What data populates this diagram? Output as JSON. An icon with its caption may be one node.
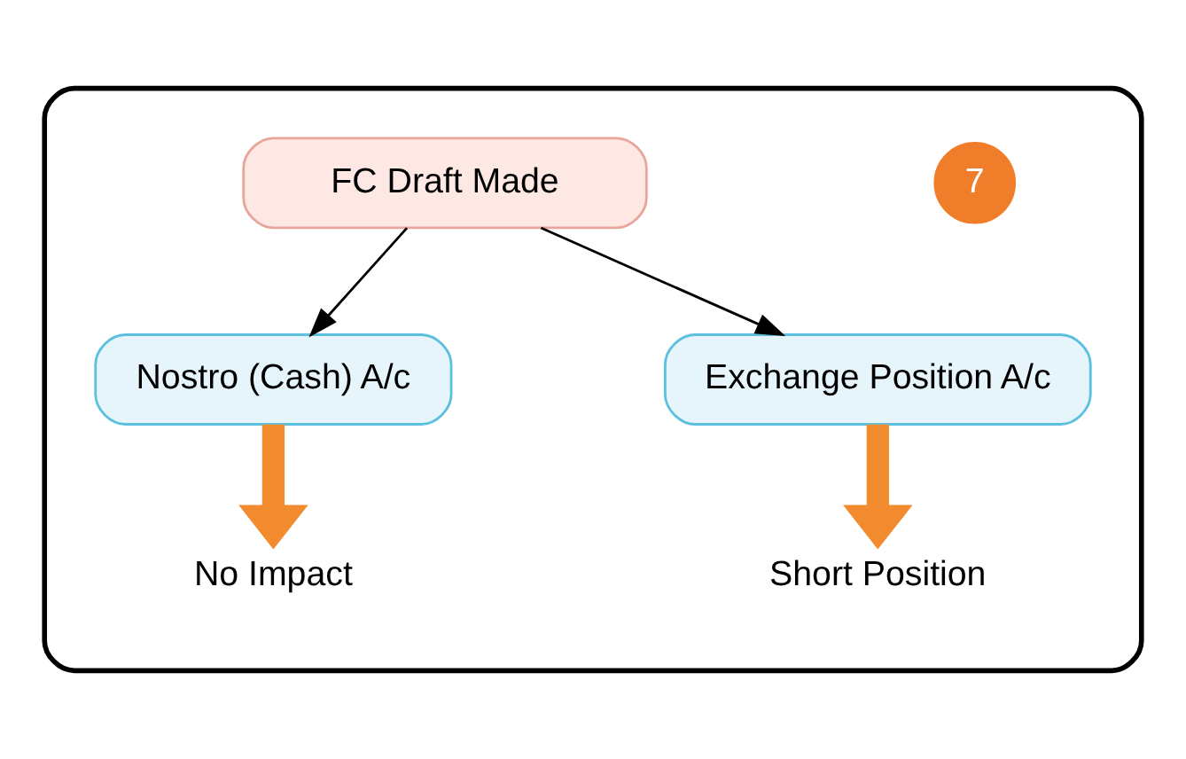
{
  "diagram": {
    "nodes": [
      {
        "text": [],
        "shape": "box"
      },
      {
        "text": [
          "7"
        ],
        "in": 0
      },
      {
        "text": [
          "FC Draft Made"
        ],
        "in": 0
      },
      {
        "text": [
          "Nostro (Cash) A/c"
        ],
        "in": 0
      },
      {
        "text": [
          "Exchange Position A/c"
        ],
        "in": 0
      },
      {
        "text": [
          "No Impact"
        ],
        "in": 0
      },
      {
        "text": [
          "Short Position"
        ],
        "in": 0
      }
    ],
    "edges": [
      {
        "from": 2,
        "to": 3,
        "arrow": "to"
      },
      {
        "from": 2,
        "to": 4,
        "arrow": "to"
      },
      {
        "from": 3,
        "to": 5,
        "arrow": "to",
        "style": "thick",
        "color": "#f28a2e"
      },
      {
        "from": 4,
        "to": 6,
        "arrow": "to",
        "style": "thick",
        "color": "#f28a2e"
      }
    ]
  }
}
